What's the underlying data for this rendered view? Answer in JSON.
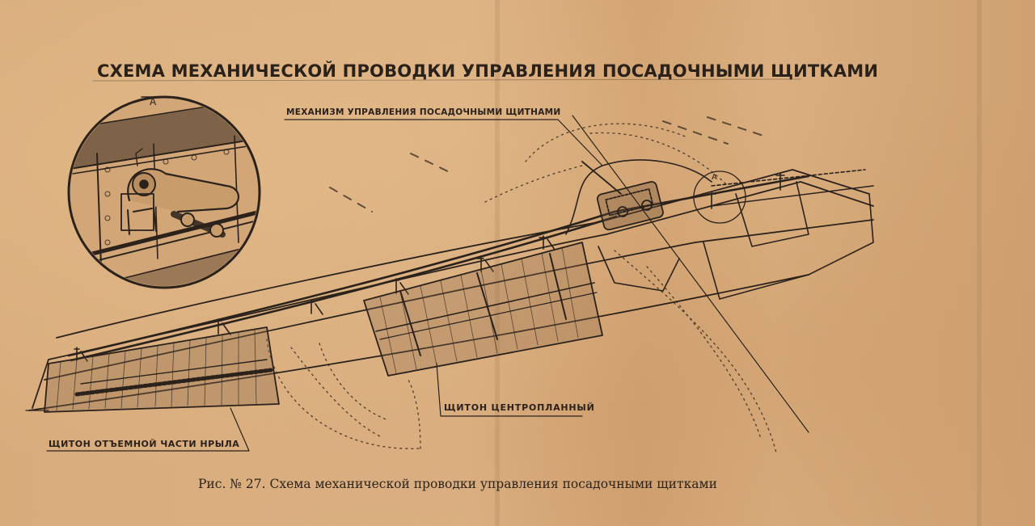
{
  "document": {
    "title": "СХЕМА МЕХАНИЧЕСКОЙ ПРОВОДКИ УПРАВЛЕНИЯ ПОСАДОЧНЫМИ ЩИТКАМИ",
    "caption": "Рис. № 27. Схема механической проводки управления   посадочными щитками"
  },
  "diagram": {
    "labels": {
      "mechanism": "МЕХАНИЗМ УПРАВЛЕНИЯ ПОСАДОЧНЫМИ ЩИТНАМИ",
      "center_flap": "ЩИТОН ЦЕНТРОПЛАННЫЙ",
      "detachable_flap": "ЩИТОН ОТЪЕМНОЙ ЧАСТИ НРЫЛА",
      "detail_callout": "А"
    }
  },
  "colors": {
    "paper": "#d9ae7f",
    "ink": "#2a211b"
  }
}
